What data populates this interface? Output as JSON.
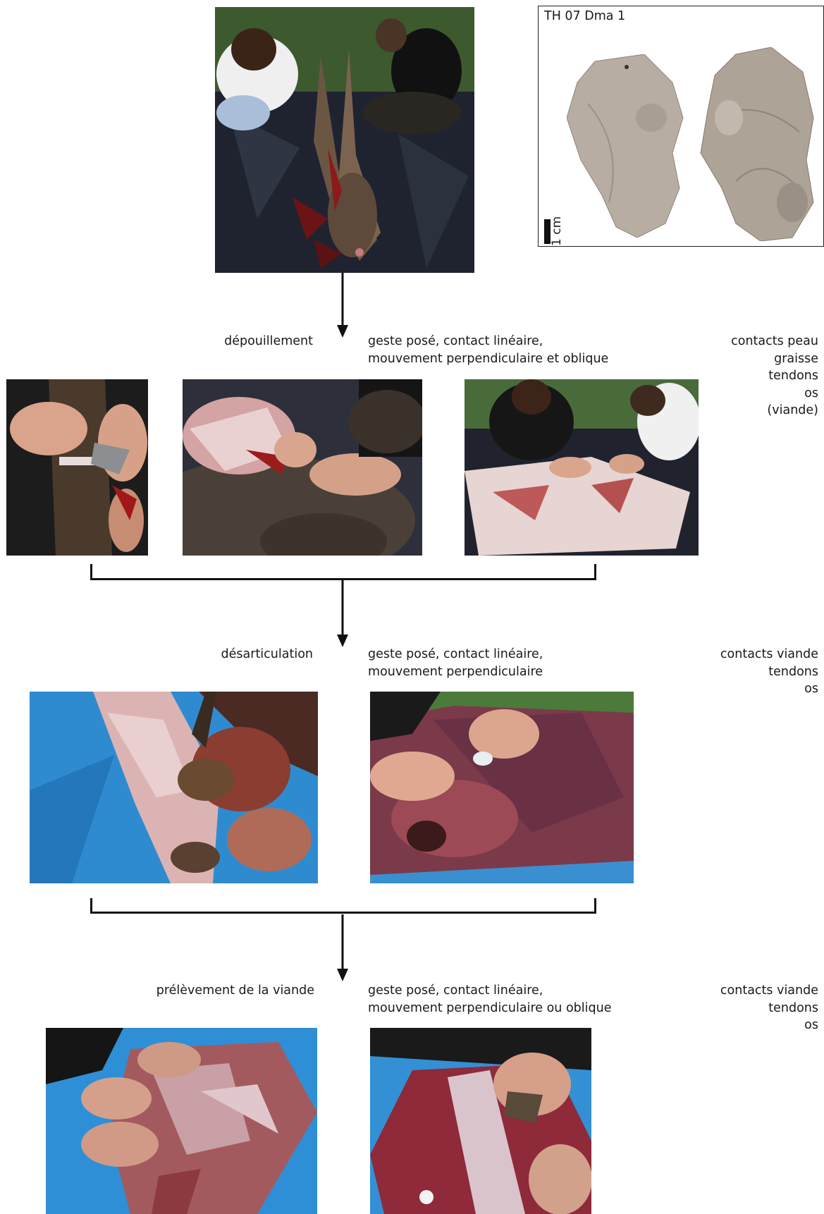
{
  "artifact": {
    "label": "TH 07 Dma 1",
    "scale_label": "1 cm"
  },
  "steps": [
    {
      "name": "dépouillement",
      "gesture_lines": [
        "geste posé, contact linéaire,",
        "mouvement perpendiculaire et oblique"
      ],
      "contact_lines": [
        "contacts peau",
        "graisse",
        "tendons",
        "os",
        "(viande)"
      ]
    },
    {
      "name": "désarticulation",
      "gesture_lines": [
        "geste posé, contact linéaire,",
        "mouvement perpendiculaire"
      ],
      "contact_lines": [
        "contacts viande",
        "tendons",
        "os"
      ]
    },
    {
      "name": "prélèvement de la viande",
      "gesture_lines": [
        "geste posé, contact linéaire,",
        "mouvement perpendiculaire ou oblique"
      ],
      "contact_lines": [
        "contacts viande",
        "tendons",
        "os"
      ]
    }
  ]
}
